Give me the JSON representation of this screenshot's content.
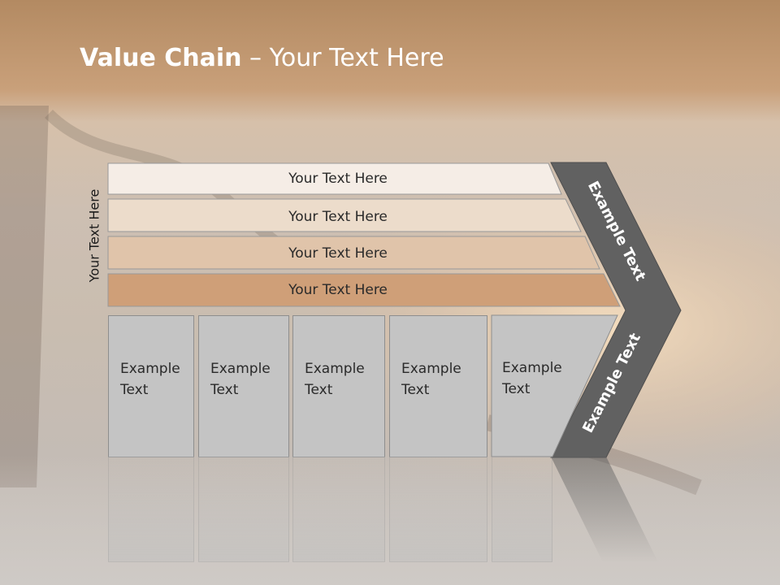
{
  "title": {
    "bold": "Value Chain",
    "rest": " – Your Text Here"
  },
  "side_label": "Your Text Here",
  "rows": [
    {
      "label": "Your Text Here",
      "color": "#f5ede6"
    },
    {
      "label": "Your Text Here",
      "color": "#ecdccb"
    },
    {
      "label": "Your Text Here",
      "color": "#e0c4aa"
    },
    {
      "label": "Your Text Here",
      "color": "#cf9f78"
    }
  ],
  "columns": [
    {
      "line1": "Example",
      "line2": "Text"
    },
    {
      "line1": "Example",
      "line2": "Text"
    },
    {
      "line1": "Example",
      "line2": "Text"
    },
    {
      "line1": "Example",
      "line2": "Text"
    },
    {
      "line1": "Example",
      "line2": "Text"
    }
  ],
  "arrow": {
    "upper": "Example Text",
    "lower": "Example Text",
    "color": "#616161"
  }
}
